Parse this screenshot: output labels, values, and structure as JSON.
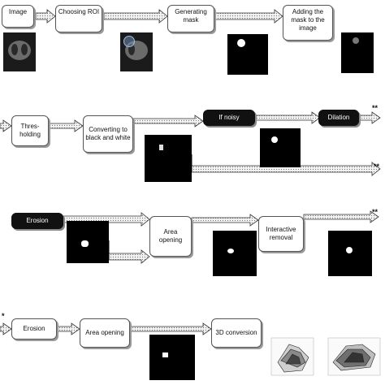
{
  "rows": [
    {
      "steps": [
        "Image",
        "Choosing ROI",
        "Generating mask",
        "Adding the mask to the image"
      ]
    },
    {
      "steps": [
        "Thres- holding",
        "Converting to black and white",
        "If noisy",
        "Dilation"
      ]
    },
    {
      "steps": [
        "Erosion",
        "Area opening",
        "Interactive removal"
      ]
    },
    {
      "steps": [
        "Erosion",
        "Area opening",
        "3D conversion"
      ]
    }
  ],
  "markers": {
    "continue": "**",
    "start": "*"
  },
  "colors": {
    "box_dark": "#111111",
    "arrow_fill": "#e8e8e8",
    "image_bg": "#000000"
  }
}
